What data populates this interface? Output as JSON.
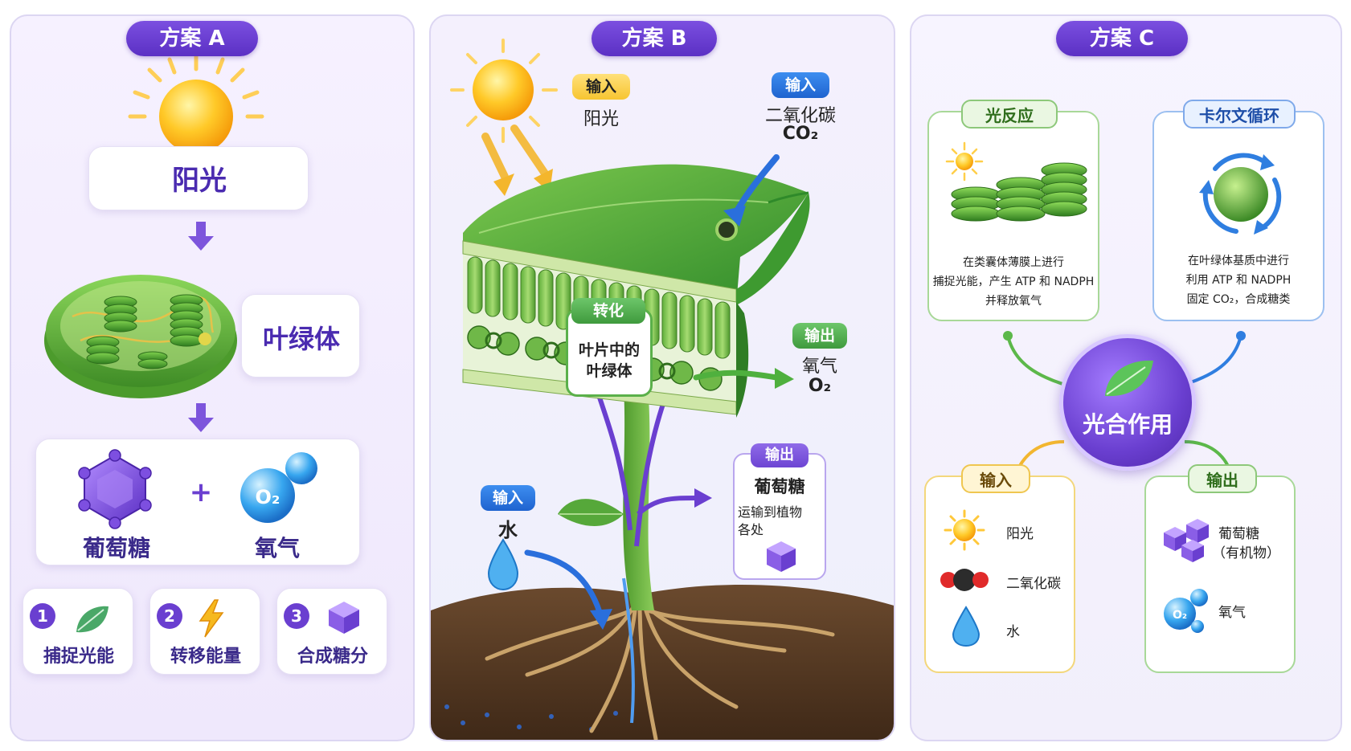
{
  "panel_a": {
    "title": "方案 A",
    "sunlight": "阳光",
    "chloroplast": "叶绿体",
    "glucose": "葡萄糖",
    "plus": "+",
    "oxygen": "氧气",
    "o2_symbol": "O₂",
    "steps": [
      {
        "num": "1",
        "label": "捕捉光能",
        "icon": "leaf-icon"
      },
      {
        "num": "2",
        "label": "转移能量",
        "icon": "lightning-icon"
      },
      {
        "num": "3",
        "label": "合成糖分",
        "icon": "sugar-cube-icon"
      }
    ]
  },
  "panel_b": {
    "title": "方案 B",
    "input_sun_tag": "输入",
    "input_sun_text": "阳光",
    "input_co2_tag": "输入",
    "input_co2_text": "二氧化碳",
    "input_co2_formula": "CO₂",
    "convert_tag": "转化",
    "convert_text_1": "叶片中的",
    "convert_text_2": "叶绿体",
    "output_o2_tag": "输出",
    "output_o2_text": "氧气",
    "output_o2_formula": "O₂",
    "output_glucose_tag": "输出",
    "output_glucose_title": "葡萄糖",
    "output_glucose_desc_1": "运输到植物",
    "output_glucose_desc_2": "各处",
    "input_water_tag": "输入",
    "input_water_text": "水"
  },
  "panel_c": {
    "title": "方案 C",
    "center": "光合作用",
    "light_reaction": {
      "tag": "光反应",
      "lines": [
        "在类囊体薄膜上进行",
        "捕捉光能，产生 ATP 和 NADPH",
        "并释放氧气"
      ]
    },
    "calvin": {
      "tag": "卡尔文循环",
      "lines": [
        "在叶绿体基质中进行",
        "利用 ATP 和 NADPH",
        "固定 CO₂，合成糖类"
      ]
    },
    "inputs": {
      "tag": "输入",
      "items": [
        "阳光",
        "二氧化碳",
        "水"
      ]
    },
    "outputs": {
      "tag": "输出",
      "glucose_1": "葡萄糖",
      "glucose_2": "（有机物）",
      "oxygen": "氧气",
      "o2_symbol": "O₂"
    }
  }
}
